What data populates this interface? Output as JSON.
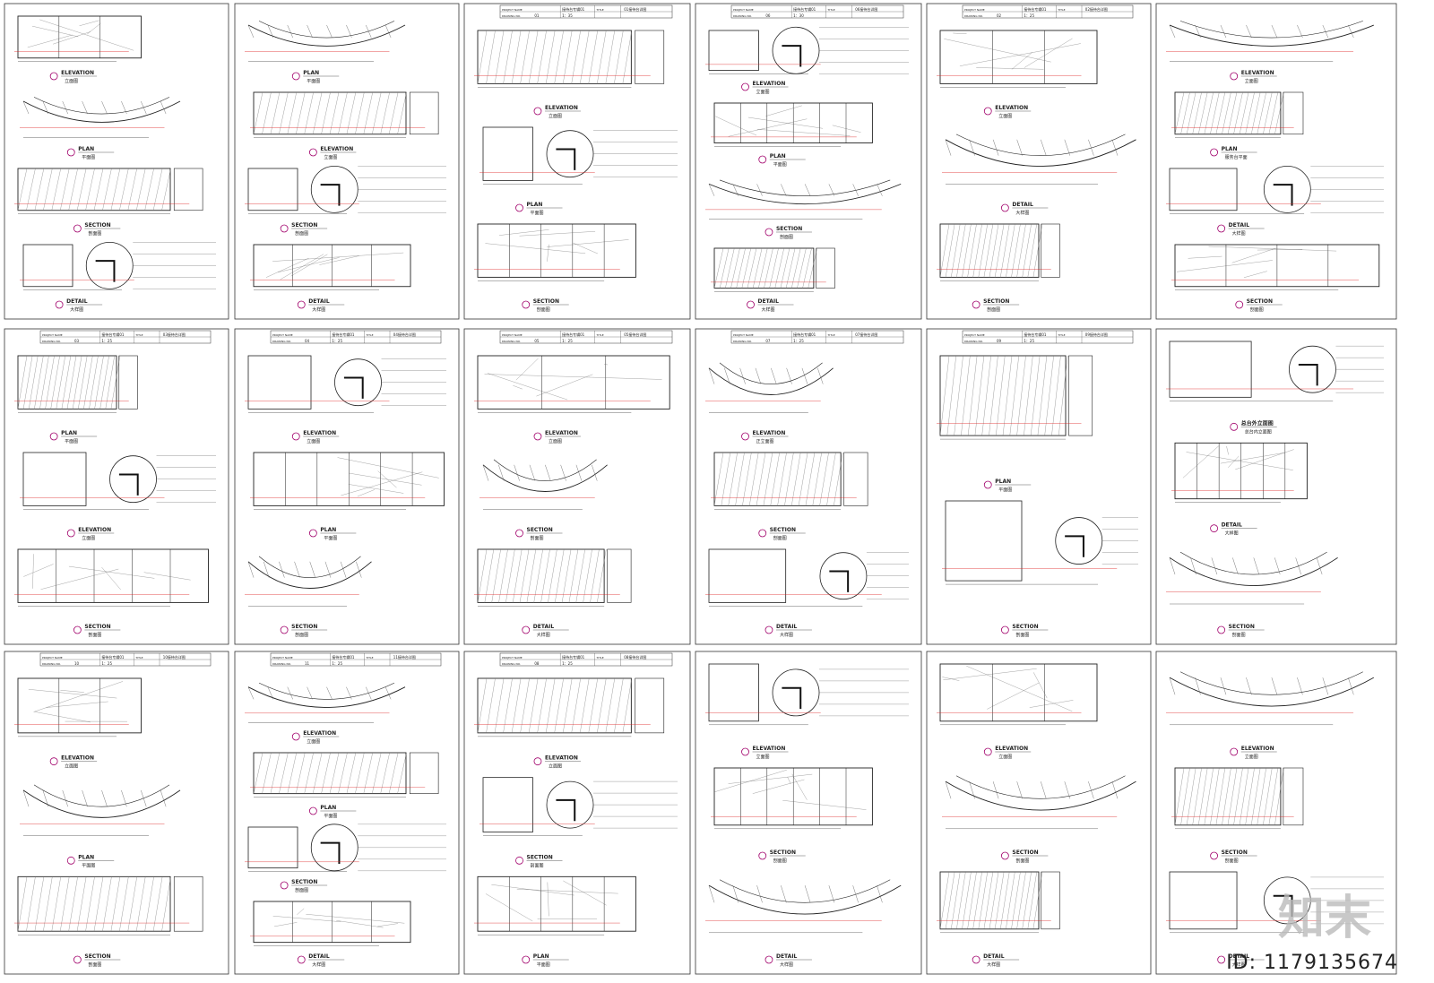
{
  "panels": [
    {
      "sheet_no": "",
      "title": "",
      "scale": "",
      "labels": [
        "ELEVATION",
        "立面图",
        "PLAN",
        "平面图",
        "SECTION",
        "剖面图",
        "DETAIL",
        "大样图"
      ]
    },
    {
      "sheet_no": "",
      "title": "",
      "scale": "",
      "labels": [
        "PLAN",
        "平面图",
        "ELEVATION",
        "立面图",
        "SECTION",
        "剖面图",
        "DETAIL",
        "大样图"
      ]
    },
    {
      "sheet_no": "01",
      "title": "01接待台详图",
      "scale": "1：35",
      "labels": [
        "ELEVATION",
        "立面图",
        "PLAN",
        "平面图",
        "SECTION",
        "剖面图"
      ]
    },
    {
      "sheet_no": "06",
      "title": "06接待台详图",
      "scale": "1：30",
      "labels": [
        "ELEVATION",
        "立面图",
        "PLAN",
        "平面图",
        "SECTION",
        "剖面图",
        "DETAIL",
        "大样图"
      ]
    },
    {
      "sheet_no": "02",
      "title": "02接待台详图",
      "scale": "1：25",
      "labels": [
        "ELEVATION",
        "立面图",
        "DETAIL",
        "大样图",
        "SECTION",
        "剖面图"
      ]
    },
    {
      "sheet_no": "",
      "title": "",
      "scale": "",
      "labels": [
        "ELEVATION",
        "立面图",
        "PLAN",
        "服务台平面",
        "DETAIL",
        "大样图",
        "SECTION",
        "剖面图"
      ]
    },
    {
      "sheet_no": "03",
      "title": "03接待台详图",
      "scale": "1：25",
      "labels": [
        "PLAN",
        "平面图",
        "ELEVATION",
        "立面图",
        "SECTION",
        "剖面图"
      ]
    },
    {
      "sheet_no": "04",
      "title": "04接待台详图",
      "scale": "1：25",
      "labels": [
        "ELEVATION",
        "立面图",
        "PLAN",
        "平面图",
        "SECTION",
        "剖面图"
      ]
    },
    {
      "sheet_no": "05",
      "title": "05接待台详图",
      "scale": "1：25",
      "labels": [
        "ELEVATION",
        "立面图",
        "SECTION",
        "剖面图",
        "DETAIL",
        "大样图"
      ]
    },
    {
      "sheet_no": "07",
      "title": "07接待台详图",
      "scale": "1：25",
      "labels": [
        "ELEVATION",
        "正立面图",
        "SECTION",
        "剖面图",
        "DETAIL",
        "大样图"
      ]
    },
    {
      "sheet_no": "09",
      "title": "09接待台详图",
      "scale": "1：25",
      "labels": [
        "PLAN",
        "平面图",
        "SECTION",
        "剖面图"
      ]
    },
    {
      "sheet_no": "",
      "title": "",
      "scale": "",
      "labels": [
        "总台外立面图",
        "总台内立面图",
        "DETAIL",
        "大样图",
        "SECTION",
        "剖面图"
      ]
    },
    {
      "sheet_no": "10",
      "title": "10接待台详图",
      "scale": "1：25",
      "labels": [
        "ELEVATION",
        "立面图",
        "PLAN",
        "平面图",
        "SECTION",
        "剖面图"
      ]
    },
    {
      "sheet_no": "11",
      "title": "11接待台详图",
      "scale": "1：25",
      "labels": [
        "ELEVATION",
        "立面图",
        "PLAN",
        "平面图",
        "SECTION",
        "剖面图",
        "DETAIL",
        "大样图"
      ]
    },
    {
      "sheet_no": "08",
      "title": "08接待台详图",
      "scale": "1：25",
      "labels": [
        "ELEVATION",
        "立面图",
        "SECTION",
        "剖面图",
        "PLAN",
        "平面图"
      ]
    },
    {
      "sheet_no": "",
      "title": "",
      "scale": "",
      "labels": [
        "ELEVATION",
        "立面图",
        "SECTION",
        "剖面图",
        "DETAIL",
        "大样图"
      ]
    },
    {
      "sheet_no": "",
      "title": "",
      "scale": "",
      "labels": [
        "ELEVATION",
        "立面图",
        "SECTION",
        "剖面图",
        "DETAIL",
        "大样图"
      ]
    },
    {
      "sheet_no": "",
      "title": "",
      "scale": "",
      "labels": [
        "ELEVATION",
        "立面图",
        "SECTION",
        "剖面图",
        "DETAIL",
        "大样图"
      ]
    }
  ],
  "title_block": {
    "project_label": "PROJECT NAME",
    "project_name": "接待台专辑01",
    "drawing_label": "DRAWING NO.",
    "scale_label": "SCALE",
    "title_label": "TITLE"
  },
  "watermark_id": "ID: 1179135674",
  "watermark_logo": "知末"
}
